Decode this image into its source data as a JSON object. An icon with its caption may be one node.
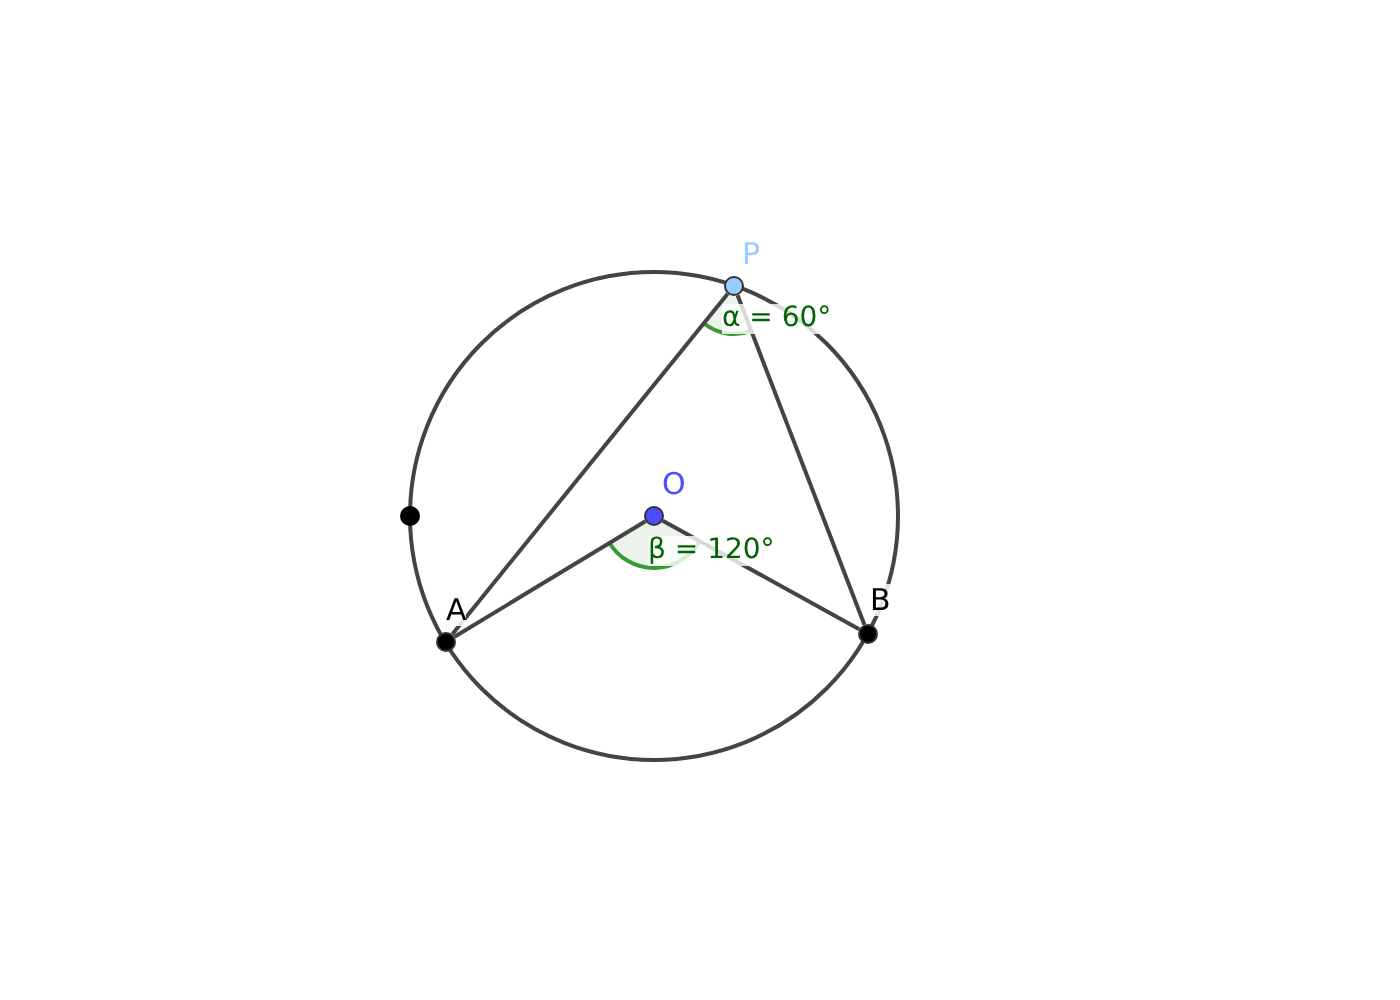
{
  "diagram": {
    "nodes": [
      {
        "text": [
          "P"
        ]
      },
      {
        "text": [
          "O"
        ]
      },
      {
        "text": [
          "A"
        ]
      },
      {
        "text": [
          "B"
        ]
      },
      {
        "text": [],
        "shape": "circle"
      }
    ],
    "edges": [
      {
        "from": 0,
        "to": 2,
        "arrow": "none"
      },
      {
        "from": 0,
        "to": 3,
        "arrow": "none"
      },
      {
        "from": 1,
        "to": 2,
        "arrow": "none"
      },
      {
        "from": 1,
        "to": 3,
        "arrow": "none"
      }
    ],
    "labels": [
      "α = 60°",
      "β = 120°"
    ]
  }
}
